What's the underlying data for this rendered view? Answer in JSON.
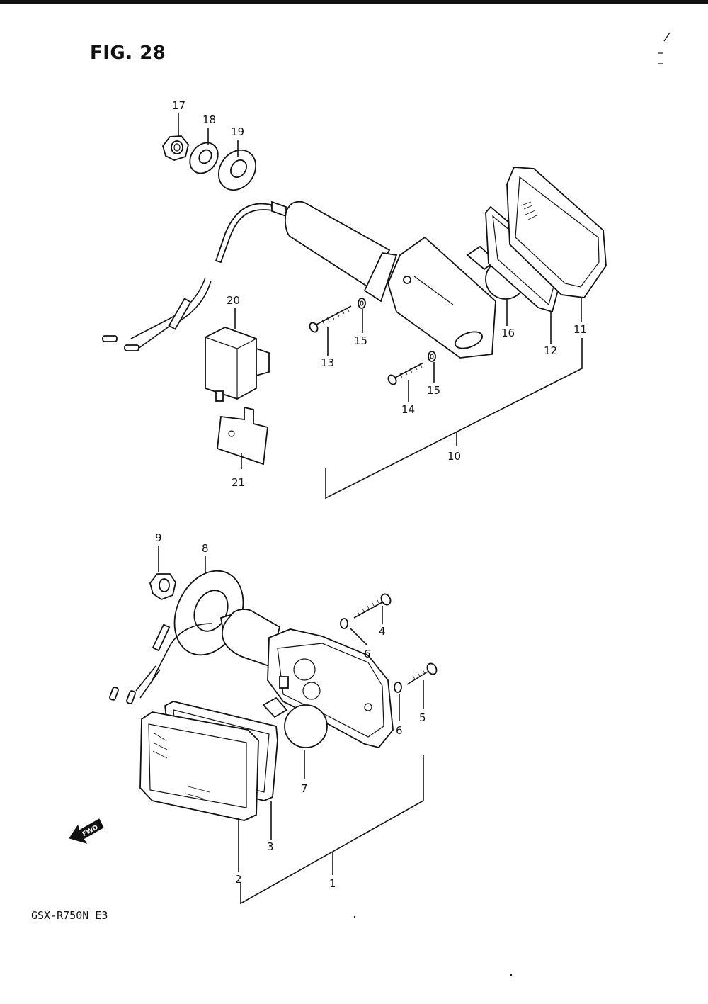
{
  "figure": {
    "title": "FIG. 28",
    "model_code": "GSX-R750N E3"
  },
  "labels": {
    "p1": "1",
    "p2": "2",
    "p3": "3",
    "p4": "4",
    "p5": "5",
    "p6a": "6",
    "p6b": "6",
    "p7": "7",
    "p8": "8",
    "p9": "9",
    "p10": "10",
    "p11": "11",
    "p12": "12",
    "p13": "13",
    "p14": "14",
    "p15a": "15",
    "p15b": "15",
    "p16": "16",
    "p17": "17",
    "p18": "18",
    "p19": "19",
    "p20": "20",
    "p21": "21"
  },
  "direction_badge": "FWD"
}
